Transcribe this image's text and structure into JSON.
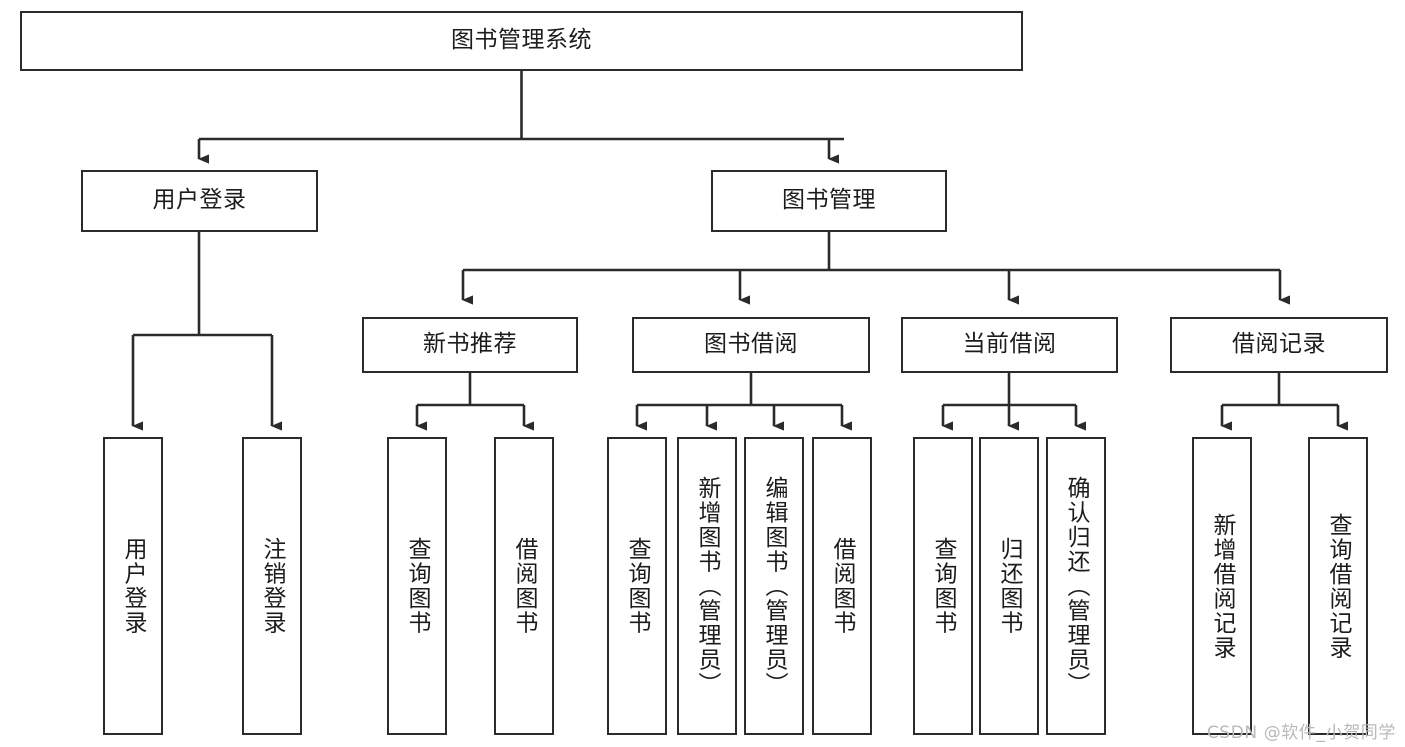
{
  "diagram": {
    "type": "tree",
    "title": "图书管理系统",
    "watermark": "CSDN @软件_小贺同学",
    "colors": {
      "stroke": "#2b2b2b",
      "fill": "#ffffff",
      "text": "#1c1c1c",
      "watermark": "#b9b9b9"
    },
    "nodes": {
      "root": {
        "label": "图书管理系统",
        "level": 0,
        "orientation": "horizontal"
      },
      "l1": [
        {
          "id": "user-login",
          "label": "用户登录",
          "orientation": "horizontal"
        },
        {
          "id": "book-manage",
          "label": "图书管理",
          "orientation": "horizontal"
        }
      ],
      "l2": [
        {
          "id": "new-book-recommend",
          "label": "新书推荐",
          "orientation": "horizontal",
          "parent": "book-manage"
        },
        {
          "id": "book-borrow",
          "label": "图书借阅",
          "orientation": "horizontal",
          "parent": "book-manage"
        },
        {
          "id": "current-borrow",
          "label": "当前借阅",
          "orientation": "horizontal",
          "parent": "book-manage"
        },
        {
          "id": "borrow-record",
          "label": "借阅记录",
          "orientation": "horizontal",
          "parent": "book-manage"
        }
      ],
      "leaves": [
        {
          "id": "leaf-user-login",
          "label": "用户登录",
          "parent": "user-login",
          "orientation": "vertical"
        },
        {
          "id": "leaf-user-logout",
          "label": "注销登录",
          "parent": "user-login",
          "orientation": "vertical"
        },
        {
          "id": "leaf-query-book-1",
          "label": "查询图书",
          "parent": "new-book-recommend",
          "orientation": "vertical"
        },
        {
          "id": "leaf-borrow-book-1",
          "label": "借阅图书",
          "parent": "new-book-recommend",
          "orientation": "vertical"
        },
        {
          "id": "leaf-query-book-2",
          "label": "查询图书",
          "parent": "book-borrow",
          "orientation": "vertical"
        },
        {
          "id": "leaf-add-book",
          "label": "新增图书（管理员）",
          "parent": "book-borrow",
          "orientation": "vertical"
        },
        {
          "id": "leaf-edit-book",
          "label": "编辑图书（管理员）",
          "parent": "book-borrow",
          "orientation": "vertical"
        },
        {
          "id": "leaf-borrow-book-2",
          "label": "借阅图书",
          "parent": "book-borrow",
          "orientation": "vertical"
        },
        {
          "id": "leaf-query-book-3",
          "label": "查询图书",
          "parent": "current-borrow",
          "orientation": "vertical"
        },
        {
          "id": "leaf-return-book",
          "label": "归还图书",
          "parent": "current-borrow",
          "orientation": "vertical"
        },
        {
          "id": "leaf-confirm-return",
          "label": "确认归还（管理员）",
          "parent": "current-borrow",
          "orientation": "vertical"
        },
        {
          "id": "leaf-add-record",
          "label": "新增借阅记录",
          "parent": "borrow-record",
          "orientation": "vertical"
        },
        {
          "id": "leaf-query-record",
          "label": "查询借阅记录",
          "parent": "borrow-record",
          "orientation": "vertical"
        }
      ]
    }
  }
}
